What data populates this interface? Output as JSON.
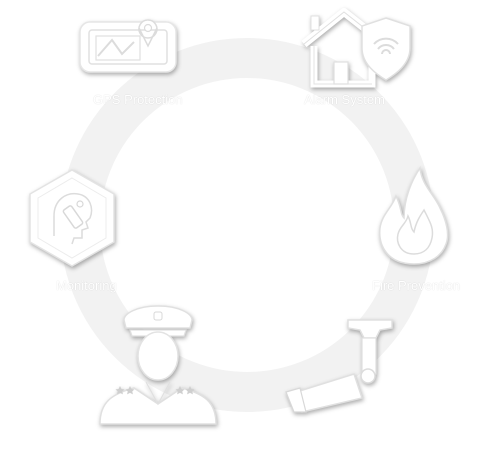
{
  "labels": {
    "gps": "GPS Protection",
    "alarm": "Alarm System",
    "monitor": "Monitoring",
    "fire": "Fire Prevention"
  },
  "icons": [
    "gps-map-icon",
    "home-security-icon",
    "monitoring-icon",
    "fire-icon",
    "security-guard-icon",
    "cctv-camera-icon"
  ],
  "colors": {
    "icon": "#ffffff",
    "ring": "#f2f2f2",
    "label": "#ffffff"
  }
}
